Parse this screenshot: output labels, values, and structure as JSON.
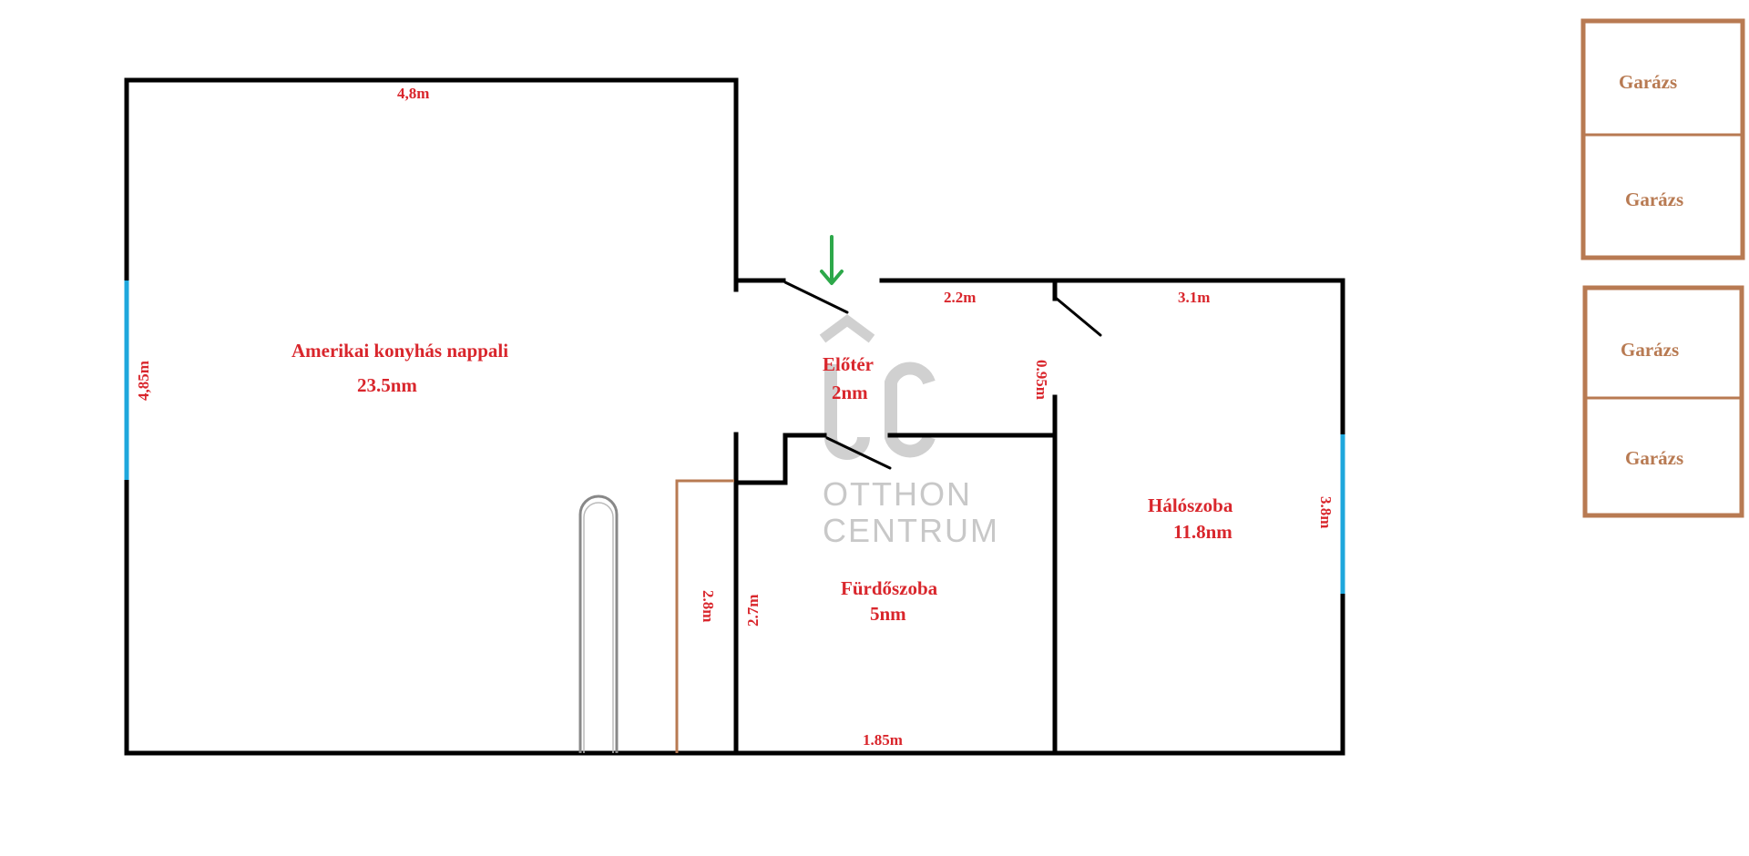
{
  "colors": {
    "wall": "#000000",
    "label": "#d9262c",
    "window": "#1ea7dc",
    "garage": "#b87a52",
    "door_arrow": "#2da84a",
    "logo": "#aaaaaa",
    "furniture": "#888888"
  },
  "rooms": {
    "living": {
      "name": "Amerikai konyhás nappali",
      "area": "23.5nm"
    },
    "hall": {
      "name": "Előtér",
      "area": "2nm"
    },
    "bathroom": {
      "name": "Fürdőszoba",
      "area": "5nm"
    },
    "bedroom": {
      "name": "Hálószoba",
      "area": "11.8nm"
    }
  },
  "dimensions": {
    "living_top": "4,8m",
    "living_left": "4,85m",
    "hall_top": "2.2m",
    "bedroom_top": "3.1m",
    "corridor": "0.95m",
    "kitchen": "2.8m",
    "bath_left": "2.7m",
    "bath_bottom": "1.85m",
    "bedroom_right": "3.8m"
  },
  "garages": [
    "Garázs",
    "Garázs",
    "Garázs",
    "Garázs"
  ],
  "watermark": {
    "monogram": "OC",
    "line1": "OTTHON",
    "line2": "CENTRUM"
  },
  "icons": {
    "entrance": "arrow-down-icon"
  }
}
